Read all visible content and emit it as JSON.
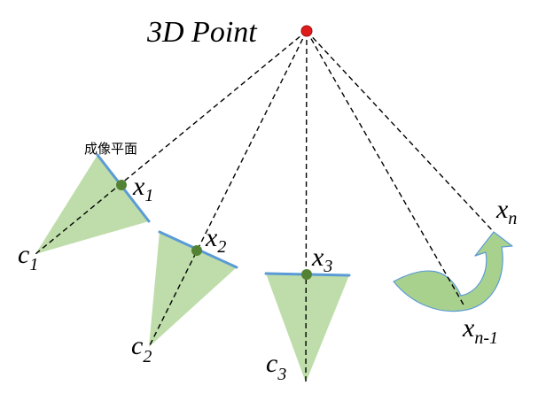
{
  "title": "3D Point",
  "image_plane_label": "成像平面",
  "cameras": [
    {
      "center_main": "c",
      "center_sub": "1",
      "point_main": "x",
      "point_sub": "1"
    },
    {
      "center_main": "c",
      "center_sub": "2",
      "point_main": "x",
      "point_sub": "2"
    },
    {
      "center_main": "c",
      "center_sub": "3",
      "point_main": "x",
      "point_sub": "3"
    }
  ],
  "extra": {
    "point_n_main": "x",
    "point_n_sub": "n",
    "point_n1_main": "x",
    "point_n1_sub": "n-1"
  },
  "colors": {
    "frustum_fill": "#a9d18e",
    "frustum_opacity": "0.75",
    "image_plane": "#5b9bd5",
    "image_point": "#548235",
    "world_point": "#e01b1b",
    "ray": "#000000",
    "arrow_fill": "#a9d18e",
    "arrow_stroke": "#5b9bd5"
  },
  "icons": {
    "world_point": "red-dot-icon",
    "image_point": "green-dot-icon",
    "curved_arrow": "curved-arrow-icon"
  }
}
